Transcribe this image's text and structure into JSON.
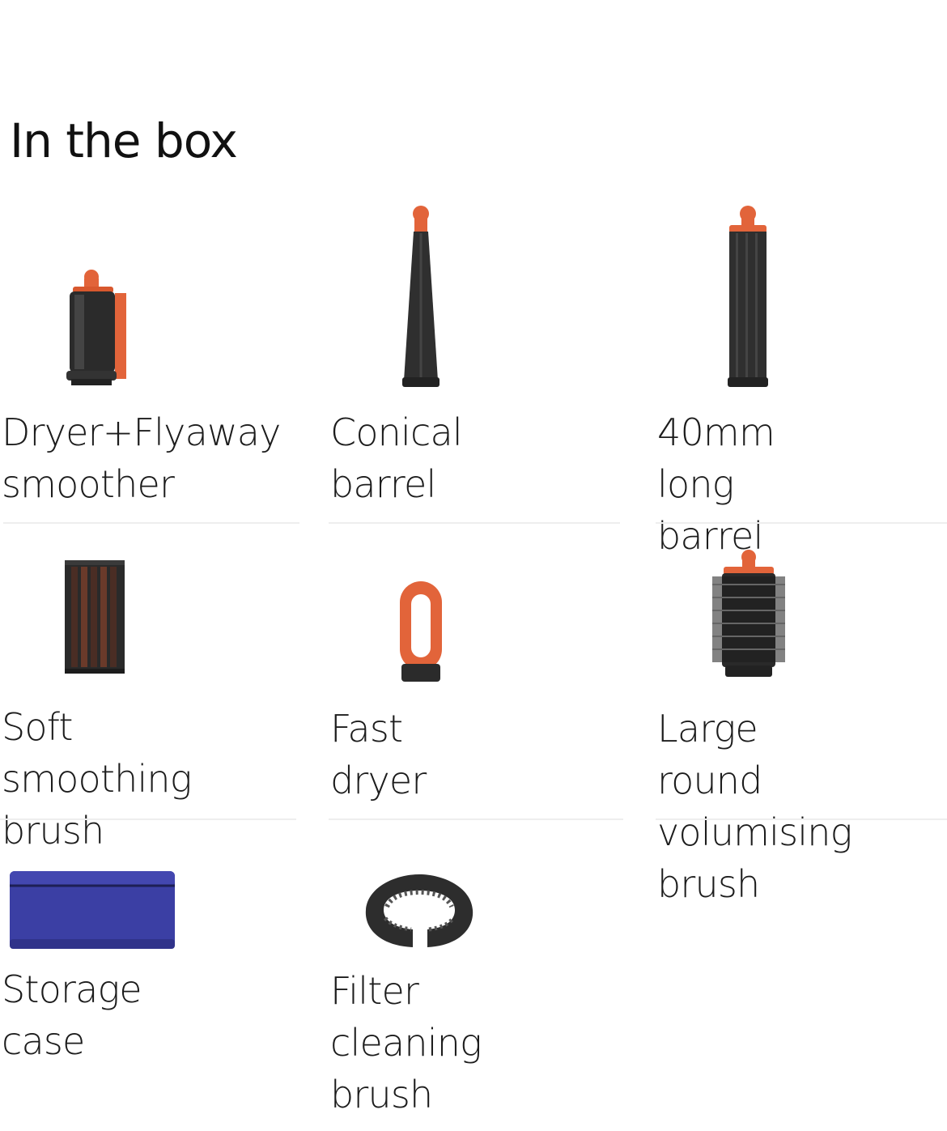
{
  "section": {
    "title": "In the box"
  },
  "items": [
    {
      "label": "Dryer+Flyaway\nsmoother",
      "icon": "flyaway-smoother-icon"
    },
    {
      "label": "Conical barrel",
      "icon": "conical-barrel-icon"
    },
    {
      "label": "40mm long barrel",
      "icon": "long-barrel-icon"
    },
    {
      "label": "Soft smoothing\nbrush",
      "icon": "soft-smoothing-brush-icon"
    },
    {
      "label": "Fast dryer",
      "icon": "fast-dryer-icon"
    },
    {
      "label": "Large round\nvolumising brush",
      "icon": "round-volumising-brush-icon"
    },
    {
      "label": "Storage case",
      "icon": "storage-case-icon"
    },
    {
      "label": "Filter cleaning\nbrush",
      "icon": "filter-cleaning-brush-icon"
    }
  ],
  "colors": {
    "accent": "#e2643a",
    "dark": "#2b2b2b",
    "case": "#3b3fa4"
  }
}
